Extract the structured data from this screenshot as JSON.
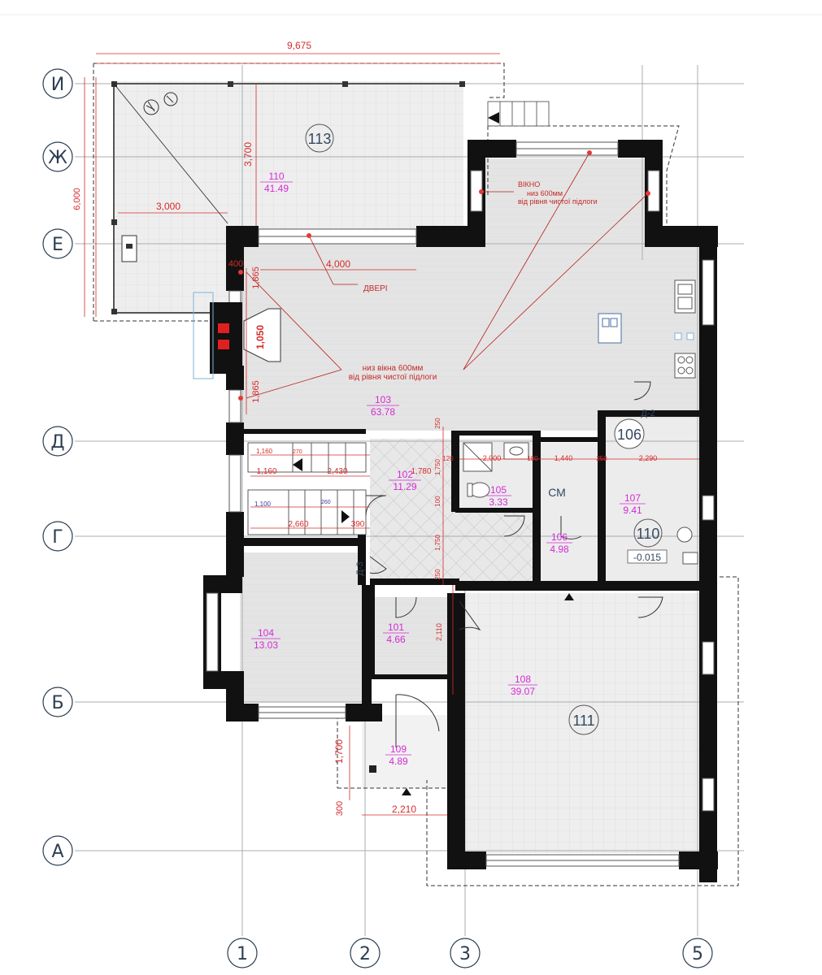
{
  "axes": {
    "rows": [
      "И",
      "Ж",
      "Е",
      "Д",
      "Г",
      "Б",
      "А"
    ],
    "cols": [
      "1",
      "2",
      "3",
      "5"
    ]
  },
  "dimensions": {
    "total_width": "9,675",
    "terrace_height": "6,000",
    "terrace_3700": "3,700",
    "terrace_3000": "3,000",
    "living_4000": "4,000",
    "w400": "400",
    "fireplace_1865_top": "1,865",
    "fireplace_1050": "1,050",
    "fireplace_1865_bottom": "1,865",
    "stair_1160a": "1,160",
    "stair_1160b": "1,160",
    "stair_2430": "2,430",
    "stair_1780": "1,780",
    "stair_1100": "1,100",
    "stair_2660": "2,660",
    "stair_390": "390",
    "bath_2000": "2,000",
    "d_100a": "100",
    "d_1440": "1,440",
    "d_250a": "250",
    "d_2290": "2,290",
    "d_120": "120",
    "d_1750a": "1,750",
    "d_100b": "100",
    "d_1750b": "1,750",
    "d_250b": "250",
    "d_250c": "250",
    "d_2110": "2,110",
    "porch_1700": "1,700",
    "porch_300": "300",
    "porch_2210": "2,210",
    "step_270": "270",
    "step_260": "260"
  },
  "rooms": {
    "r110": {
      "num": "110",
      "area": "41.49"
    },
    "r103": {
      "num": "103",
      "area": "63.78"
    },
    "r102": {
      "num": "102",
      "area": "11.29"
    },
    "r105": {
      "num": "105",
      "area": "3.33"
    },
    "r107": {
      "num": "107",
      "area": "9.41"
    },
    "r106": {
      "num": "106",
      "area": "4.98"
    },
    "r104": {
      "num": "104",
      "area": "13.03"
    },
    "r101": {
      "num": "101",
      "area": "4.66"
    },
    "r108": {
      "num": "108",
      "area": "39.07"
    },
    "r109": {
      "num": "109",
      "area": "4.89"
    }
  },
  "markers": {
    "m113": "113",
    "m106": "106",
    "m110": "110",
    "m111": "111",
    "level": "-0.015",
    "cm": "СМ",
    "d2": "Д-2",
    "d3": "Д-3"
  },
  "notes": {
    "window_title": "ВІКНО",
    "window_line1": "низ 600мм",
    "window_line2": "від рівня чистої підлоги",
    "doors": "ДВЕРІ",
    "sill_line1": "низ вікна 600мм",
    "sill_line2": "від рівня чистої підлоги"
  },
  "colors": {
    "wall": "#111111",
    "floor": "#e6e6e6",
    "dimension": "#d62b2b",
    "room_label": "#d42bd4",
    "axis_line": "#9aa0a6"
  }
}
